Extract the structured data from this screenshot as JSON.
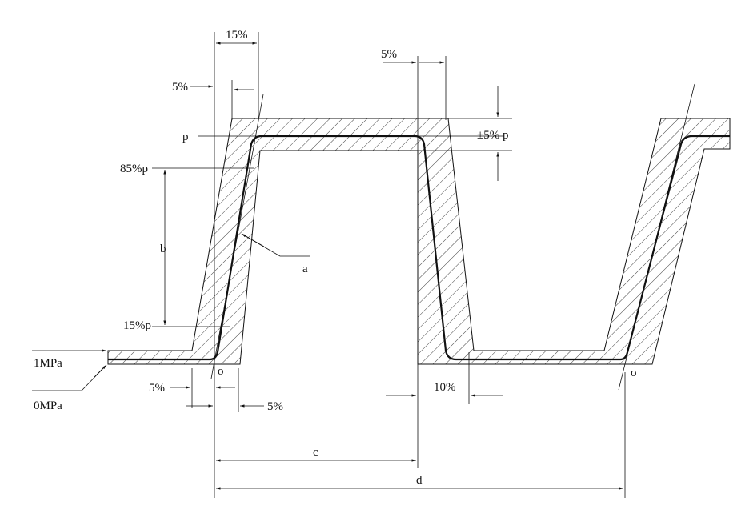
{
  "labels": {
    "fifteen_pct_top": "15%",
    "five_pct_left_top": "5%",
    "five_pct_right_top": "5%",
    "p": "p",
    "plus_minus_five_p": "±5% p",
    "eighty_five_p": "85%p",
    "b": "b",
    "a": "a",
    "fifteen_p": "15%p",
    "one_mpa": "1MPa",
    "zero_mpa": "0MPa",
    "o_left": "o",
    "o_right": "o",
    "five_pct_bottom_left": "5%",
    "five_pct_bottom_right": "5%",
    "ten_pct": "10%",
    "c": "c",
    "d": "d"
  },
  "colors": {
    "ink": "#111111",
    "background": "#ffffff"
  }
}
